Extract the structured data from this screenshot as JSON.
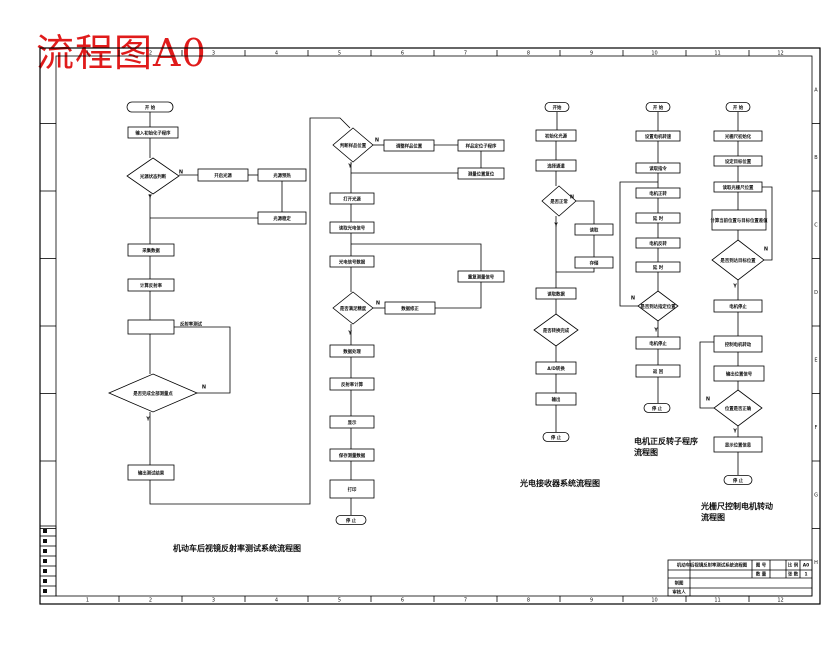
{
  "sheet_title": "流程图A0",
  "captions": {
    "flow1": "机动车后视镜反射率测试系统流程图",
    "flow2": "光电接收器系统流程图",
    "flow3": "电机正反转子程序流程图",
    "flow4": "光栅尺控制电机转动流程图"
  },
  "flow1": {
    "start": "开 始",
    "init": "输入初始化子程序",
    "check": "光源状态判断",
    "a1": "开启光源",
    "a2": "光源预热",
    "a3": "光源稳定",
    "sample": "采集数据",
    "calc": "计算反射率",
    "pr": "反射率测试",
    "loop": "是否完成全部测量点",
    "out": "输出测试结果",
    "yes": "Y",
    "no": "N"
  },
  "flow1b": {
    "d1": "判断样品位置",
    "b1": "调整样品位置",
    "b2": "样品定位子程序",
    "b3": "测量位置复位",
    "p1": "打开光源",
    "p2": "读取光电信号",
    "p3": "光电信号数据",
    "d2": "是否满足精度",
    "s1": "数据修正",
    "s2": "重复测量信号",
    "p4": "数据处理",
    "p5": "反射率计算",
    "p6": "显示",
    "p7": "保存测量数据",
    "p8": "打印",
    "end": "停 止",
    "yes": "Y",
    "no": "N"
  },
  "flow2": {
    "start": "开始",
    "a1": "初始化光源",
    "a2": "选择通道",
    "d1": "是否正常",
    "s1": "读取",
    "s2": "存储",
    "a3": "读取数据",
    "d2": "是否转换完成",
    "a4": "A/D转换",
    "a5": "输出",
    "end": "停 止",
    "yes": "Y",
    "no": "N"
  },
  "flow3": {
    "start": "开 始",
    "a1": "设置电机转速",
    "a2": "读取指令",
    "a3": "电机正转",
    "a4": "延 时",
    "a5": "电机反转",
    "a6": "延 时",
    "d1": "是否到达指定位置",
    "a7": "电机停止",
    "a8": "返 回",
    "end": "停 止",
    "yes": "Y",
    "no": "N"
  },
  "flow4": {
    "start": "开 始",
    "a1": "光栅尺初始化",
    "a2": "设定目标位置",
    "a3": "读取光栅尺位置",
    "a4": "计算当前位置与目标位置差值",
    "d1": "是否到达目标位置",
    "a5": "电机停止",
    "a6": "控制电机转动",
    "a7": "输出位置信号",
    "d2": "位置是否正确",
    "a8": "显示位置信息",
    "end": "停 止",
    "yes": "Y",
    "no": "N"
  },
  "title_block": {
    "name": "机动车后视镜反射率测试系统流程图",
    "c1": "图 号",
    "c2": "比 例",
    "c3": "数 量",
    "c4": "张 数",
    "c5": "A0",
    "c6": "1",
    "r1": "制图",
    "r2": "审核人"
  },
  "col_nums": [
    "1",
    "2",
    "3",
    "4",
    "5",
    "6",
    "7",
    "8",
    "9",
    "10",
    "11",
    "12"
  ],
  "row_letters": [
    "A",
    "B",
    "C",
    "D",
    "E",
    "F",
    "G",
    "H"
  ]
}
